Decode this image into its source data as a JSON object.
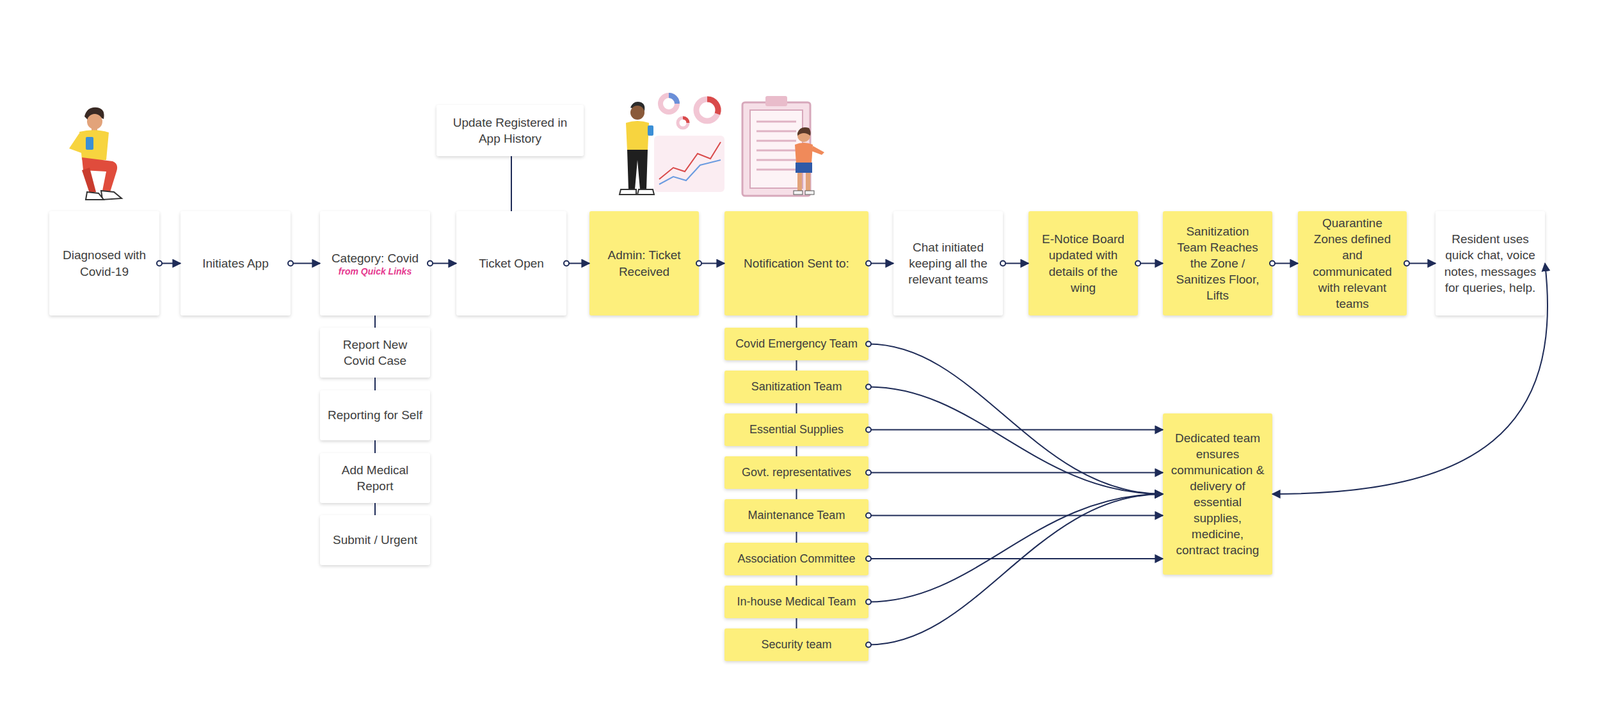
{
  "diagram": {
    "nodes": [
      {
        "text": [
          "Diagnosed with Covid-19"
        ]
      },
      {
        "text": [
          "Initiates App"
        ]
      },
      {
        "text": [
          "Category: Covid",
          "from Quick Links"
        ]
      },
      {
        "text": [
          "Ticket Open"
        ]
      },
      {
        "text": [
          "Update Registered in App History"
        ]
      },
      {
        "text": [
          "Admin: Ticket Received"
        ]
      },
      {
        "text": [
          "Notification Sent to:"
        ]
      },
      {
        "text": [
          "Chat initiated keeping all the relevant teams"
        ]
      },
      {
        "text": [
          "E-Notice Board updated with details of the wing"
        ]
      },
      {
        "text": [
          "Sanitization Team Reaches the Zone / Sanitizes Floor, Lifts"
        ]
      },
      {
        "text": [
          "Quarantine Zones defined and communicated with relevant teams"
        ]
      },
      {
        "text": [
          "Resident uses quick chat, voice notes, messages for queries, help."
        ]
      },
      {
        "text": [
          "Report New Covid Case"
        ]
      },
      {
        "text": [
          "Reporting for Self"
        ]
      },
      {
        "text": [
          "Add Medical Report"
        ]
      },
      {
        "text": [
          "Submit / Urgent"
        ]
      },
      {
        "text": [
          "Covid Emergency Team"
        ]
      },
      {
        "text": [
          "Sanitization Team"
        ]
      },
      {
        "text": [
          "Essential Supplies"
        ]
      },
      {
        "text": [
          "Govt. representatives"
        ]
      },
      {
        "text": [
          "Maintenance Team"
        ]
      },
      {
        "text": [
          "Association Committee"
        ]
      },
      {
        "text": [
          "In-house Medical Team"
        ]
      },
      {
        "text": [
          "Security team"
        ]
      },
      {
        "text": [
          "Dedicated team ensures communication & delivery of essential supplies, medicine, contract tracing"
        ]
      }
    ],
    "edges": [
      {
        "from": 0,
        "to": 1,
        "arrow": "to"
      },
      {
        "from": 1,
        "to": 2,
        "arrow": "to"
      },
      {
        "from": 2,
        "to": 3,
        "arrow": "to"
      },
      {
        "from": 3,
        "to": 4,
        "arrow": "none"
      },
      {
        "from": 3,
        "to": 5,
        "arrow": "to"
      },
      {
        "from": 5,
        "to": 6,
        "arrow": "to"
      },
      {
        "from": 6,
        "to": 7,
        "arrow": "to"
      },
      {
        "from": 7,
        "to": 8,
        "arrow": "to"
      },
      {
        "from": 8,
        "to": 9,
        "arrow": "to"
      },
      {
        "from": 9,
        "to": 10,
        "arrow": "to"
      },
      {
        "from": 10,
        "to": 11,
        "arrow": "to"
      },
      {
        "from": 2,
        "to": 12,
        "arrow": "none"
      },
      {
        "from": 12,
        "to": 13,
        "arrow": "none"
      },
      {
        "from": 13,
        "to": 14,
        "arrow": "none"
      },
      {
        "from": 14,
        "to": 15,
        "arrow": "none"
      },
      {
        "from": 6,
        "to": 16,
        "arrow": "none"
      },
      {
        "from": 16,
        "to": 17,
        "arrow": "none"
      },
      {
        "from": 17,
        "to": 18,
        "arrow": "none"
      },
      {
        "from": 18,
        "to": 19,
        "arrow": "none"
      },
      {
        "from": 19,
        "to": 20,
        "arrow": "none"
      },
      {
        "from": 20,
        "to": 21,
        "arrow": "none"
      },
      {
        "from": 21,
        "to": 22,
        "arrow": "none"
      },
      {
        "from": 22,
        "to": 23,
        "arrow": "none"
      },
      {
        "from": 16,
        "to": 24,
        "arrow": "to"
      },
      {
        "from": 17,
        "to": 24,
        "arrow": "to"
      },
      {
        "from": 18,
        "to": 24,
        "arrow": "to"
      },
      {
        "from": 19,
        "to": 24,
        "arrow": "to"
      },
      {
        "from": 20,
        "to": 24,
        "arrow": "to"
      },
      {
        "from": 21,
        "to": 24,
        "arrow": "to"
      },
      {
        "from": 22,
        "to": 24,
        "arrow": "to"
      },
      {
        "from": 23,
        "to": 24,
        "arrow": "to"
      },
      {
        "from": 24,
        "to": 11,
        "arrow": "both"
      }
    ]
  }
}
